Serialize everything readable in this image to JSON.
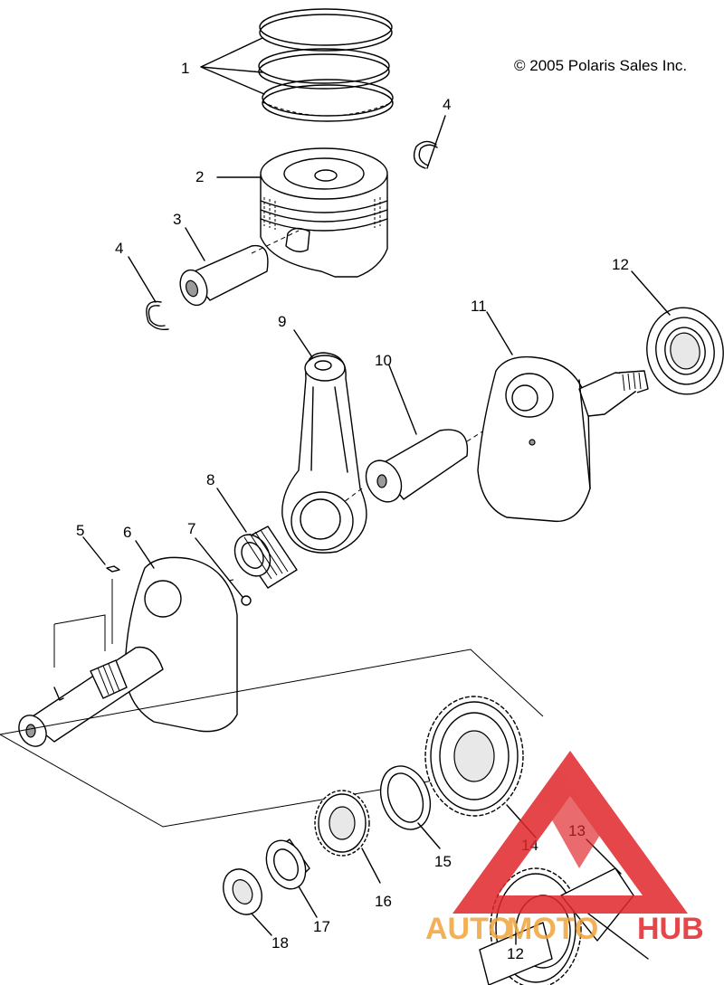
{
  "copyright": "© 2005 Polaris Sales Inc.",
  "callouts": {
    "c1": "1",
    "c2": "2",
    "c3": "3",
    "c4a": "4",
    "c4b": "4",
    "c5": "5",
    "c6": "6",
    "c7": "7",
    "c8": "8",
    "c9": "9",
    "c10": "10",
    "c11": "11",
    "c12a": "12",
    "c12b": "12",
    "c13": "13",
    "c14": "14",
    "c15": "15",
    "c16": "16",
    "c17": "17",
    "c18": "18"
  },
  "watermark": {
    "text_left": "AUTO",
    "text_mid": "MOTO",
    "text_right": "HUB",
    "color_red": "#e0262b",
    "color_orange": "#f2a43a"
  }
}
